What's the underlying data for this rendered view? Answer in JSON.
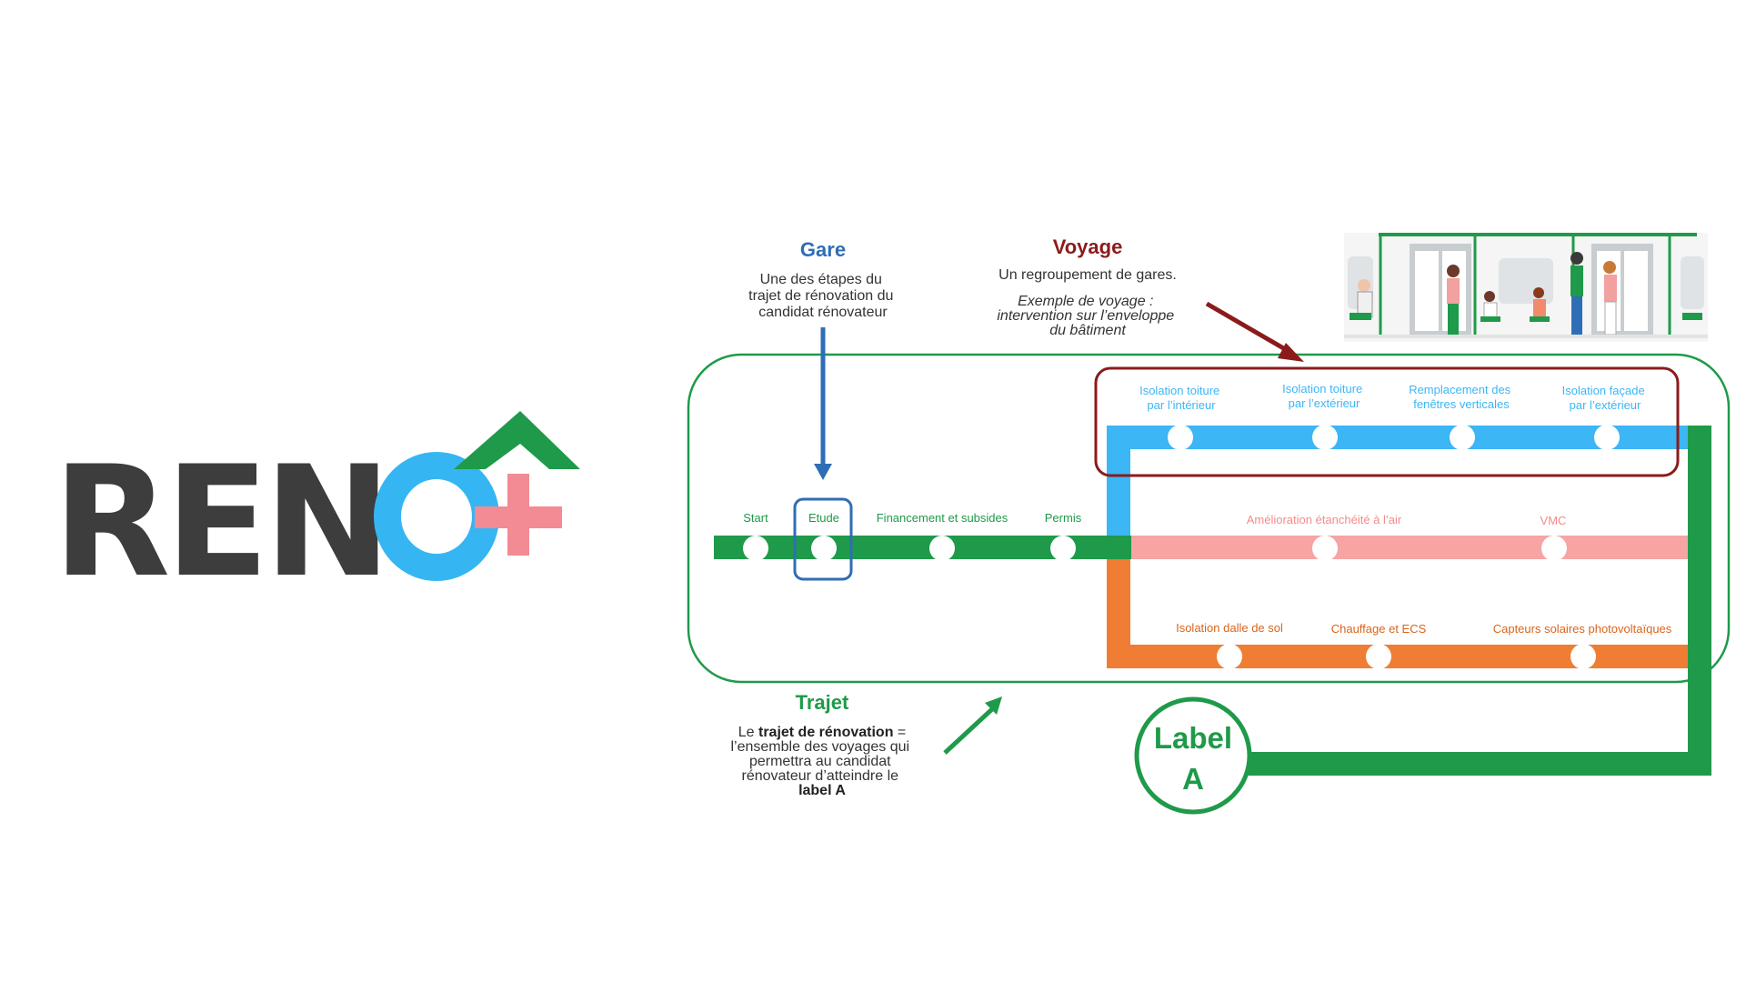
{
  "logo": {
    "text": "RENO",
    "plus": "+",
    "colors": {
      "dark": "#3d3d3d",
      "blue": "#35b6f2",
      "pink": "#f28b93",
      "green": "#1f9a4a"
    }
  },
  "gare": {
    "title": "Gare",
    "lines": [
      "Une des étapes du",
      "trajet de rénovation du",
      "candidat rénovateur"
    ],
    "color": "#2e6eb5"
  },
  "voyage": {
    "title": "Voyage",
    "subtitle": "Un regroupement de gares.",
    "example_lines": [
      "Exemple de voyage :",
      "intervention sur l’enveloppe",
      "du bâtiment"
    ],
    "color": "#8b1b1b"
  },
  "trajet": {
    "title": "Trajet",
    "line1_prefix": "Le ",
    "line1_bold": "trajet de rénovation",
    "line1_suffix": " =",
    "lines": [
      "l’ensemble des voyages qui",
      "permettra au candidat",
      "rénovateur d’atteindre le"
    ],
    "last_bold": "label A",
    "color": "#1f9a4a"
  },
  "lines": {
    "green": {
      "color": "#1f9a4a",
      "stations": [
        "Start",
        "Etude",
        "Financement et subsides",
        "Permis"
      ]
    },
    "blue": {
      "color": "#3cb6f5",
      "stations": [
        [
          "Isolation toiture",
          "par l’intérieur"
        ],
        [
          "Isolation toiture",
          "par l’extérieur"
        ],
        [
          "Remplacement des",
          "fenêtres verticales"
        ],
        [
          "Isolation façade",
          "par l’extérieur"
        ]
      ]
    },
    "pink": {
      "color": "#f7a4a4",
      "stations": [
        "Amélioration étanchéité à l’air",
        "VMC"
      ]
    },
    "orange": {
      "color": "#ef7d33",
      "stations": [
        "Isolation dalle de sol",
        "Chauffage et ECS",
        "Capteurs solaires photovoltaïques"
      ]
    }
  },
  "terminus": {
    "line1": "Label",
    "line2": "A"
  }
}
